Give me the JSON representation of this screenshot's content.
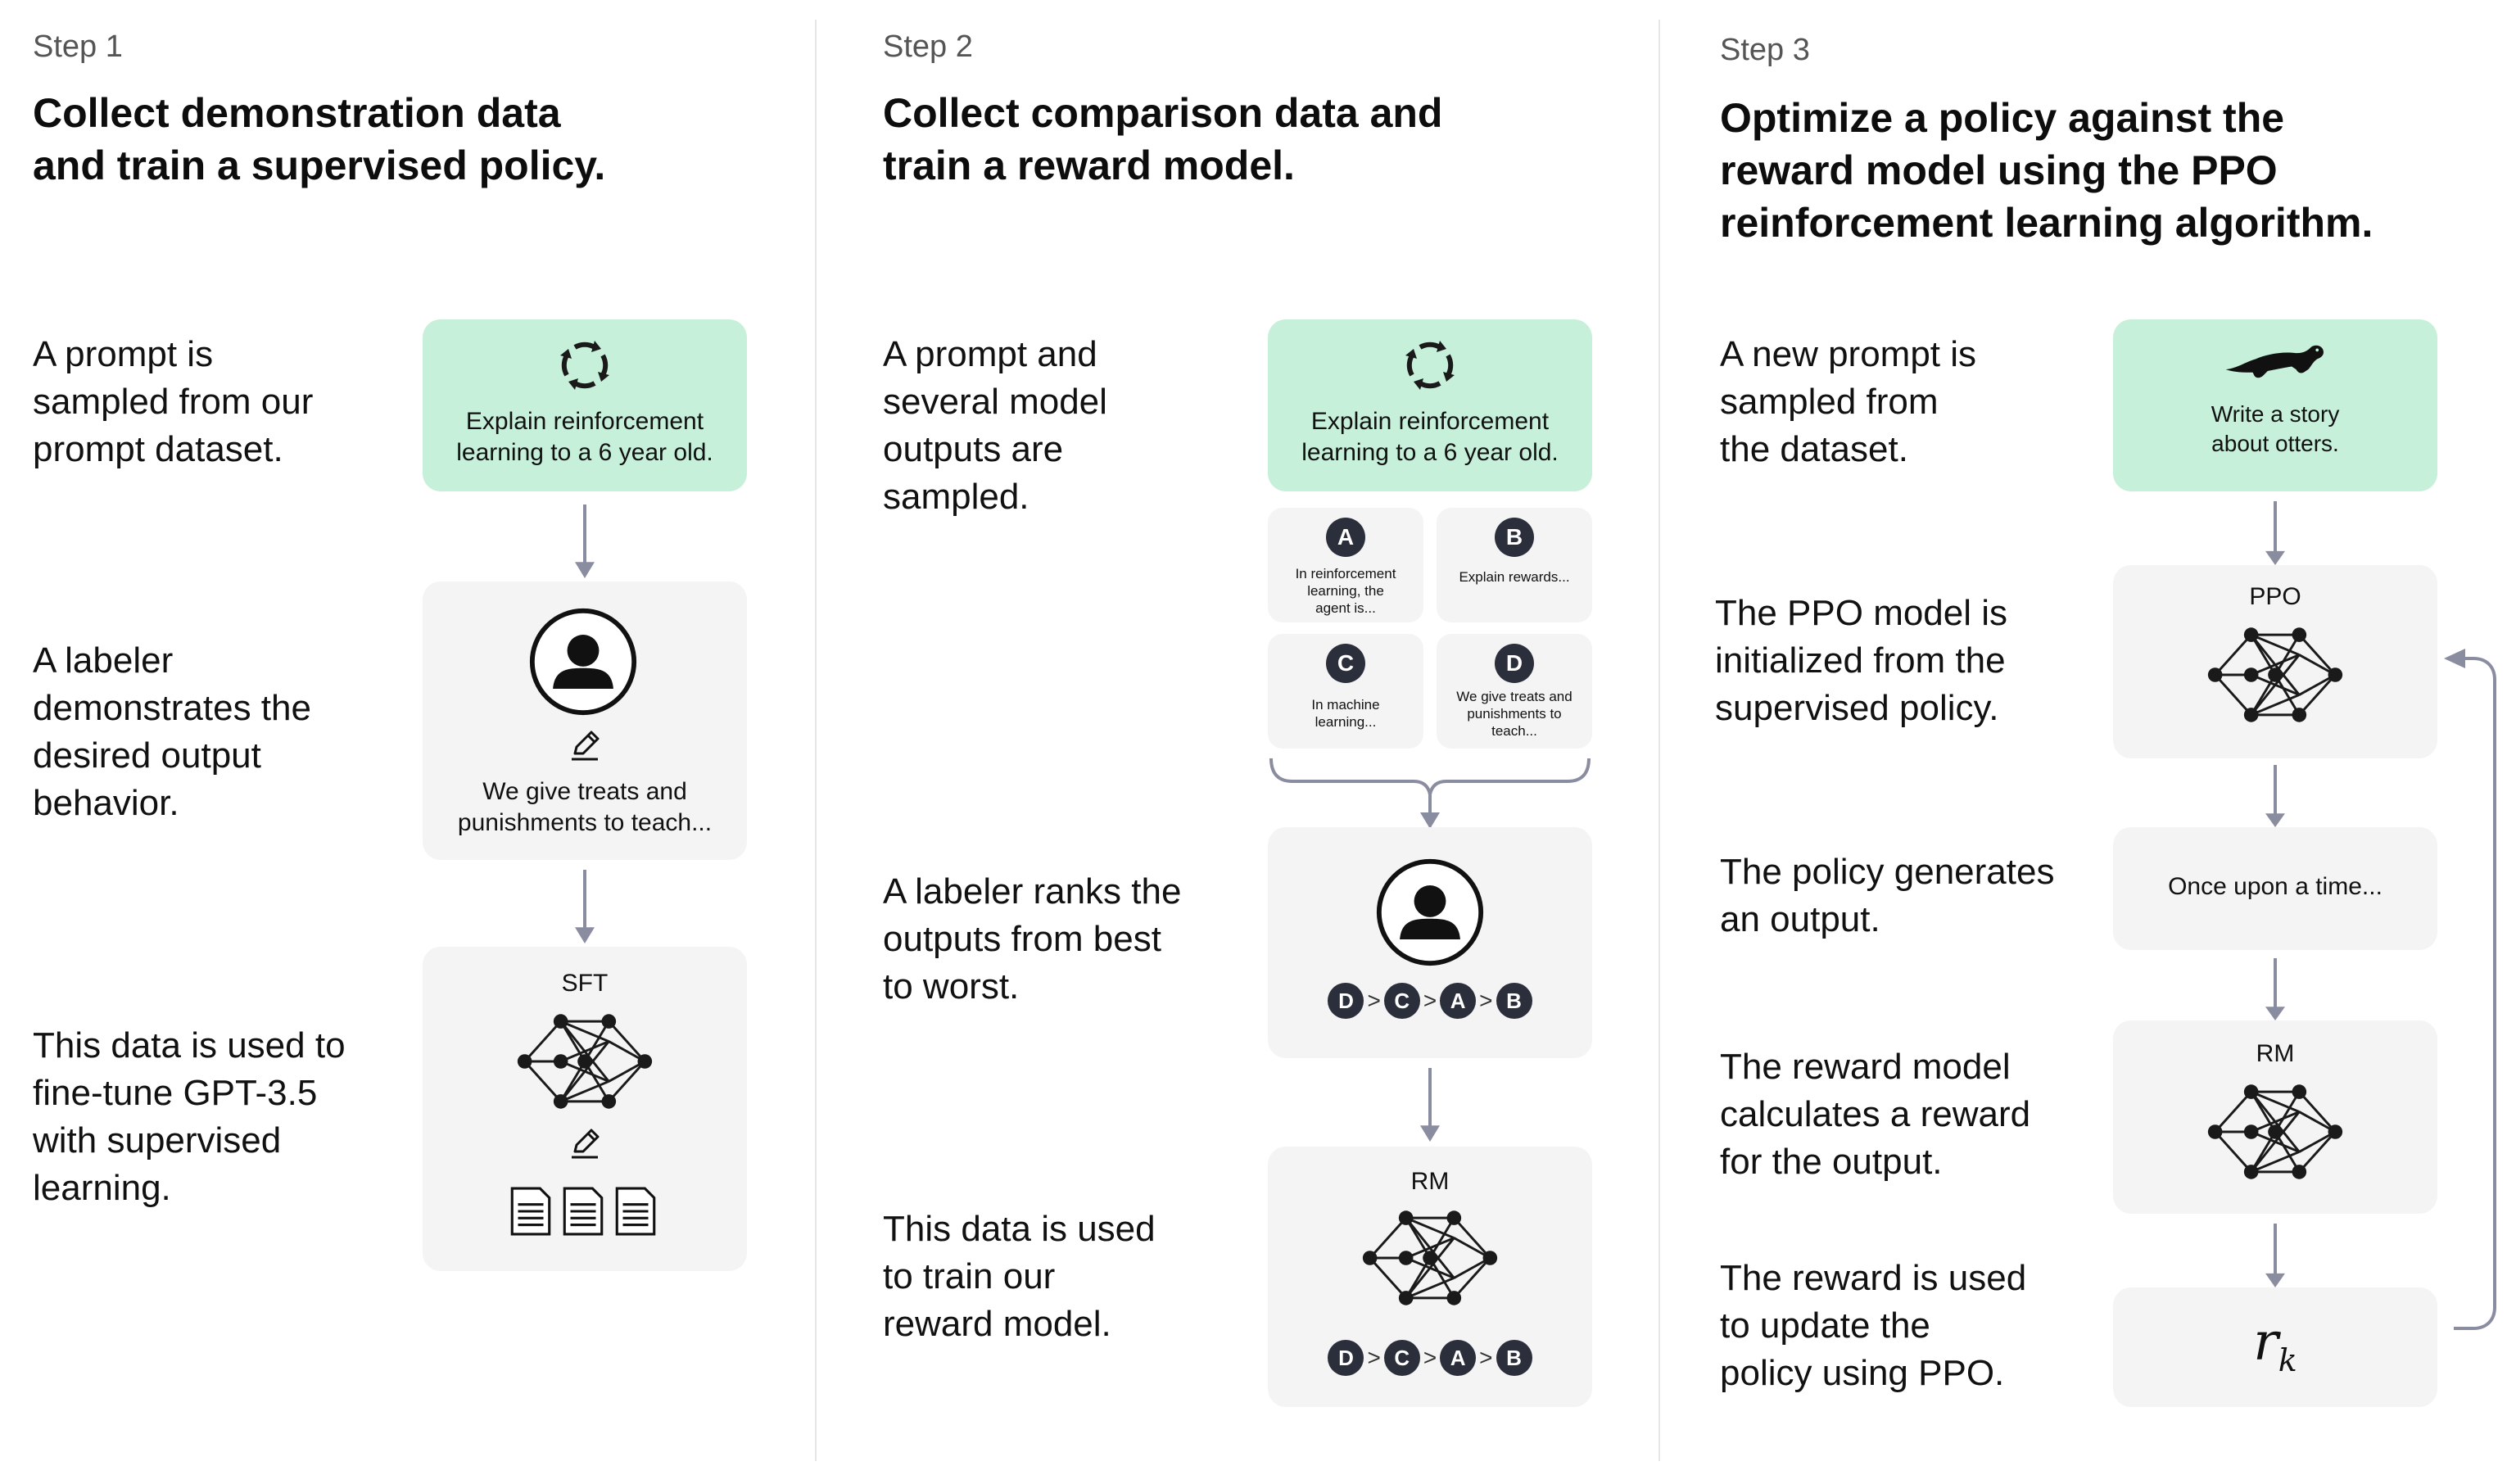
{
  "step1": {
    "label": "Step 1",
    "title": "Collect demonstration data\nand train a supervised policy.",
    "desc1": "A prompt is\nsampled from our\nprompt dataset.",
    "desc2": "A labeler\ndemonstrates the\ndesired output\nbehavior.",
    "desc3": "This data is used to\nfine-tune GPT-3.5\nwith supervised\nlearning.",
    "prompt_text": "Explain reinforcement\nlearning to a 6 year old.",
    "labeler_output": "We give treats and\npunishments to teach...",
    "model_label": "SFT"
  },
  "step2": {
    "label": "Step 2",
    "title": "Collect comparison data and\ntrain a reward model.",
    "desc1": "A prompt and\nseveral model\noutputs are\nsampled.",
    "desc2": "A labeler ranks the\noutputs from best\nto worst.",
    "desc3": "This data is used\nto train our\nreward model.",
    "prompt_text": "Explain reinforcement\nlearning to a 6 year old.",
    "outputs": [
      {
        "letter": "A",
        "text": "In reinforcement\nlearning, the\nagent is..."
      },
      {
        "letter": "B",
        "text": "Explain rewards..."
      },
      {
        "letter": "C",
        "text": "In machine\nlearning..."
      },
      {
        "letter": "D",
        "text": "We give treats and\npunishments to\nteach..."
      }
    ],
    "ranking": [
      "D",
      "C",
      "A",
      "B"
    ],
    "ranking_sep": ">",
    "model_label": "RM"
  },
  "step3": {
    "label": "Step 3",
    "title": "Optimize a policy against the\nreward model using the PPO\nreinforcement learning algorithm.",
    "desc1": "A new prompt is\nsampled from\nthe dataset.",
    "desc2": "The PPO model is\ninitialized from the\nsupervised policy.",
    "desc3": "The policy generates\nan output.",
    "desc4": "The reward model\ncalculates a reward\nfor the output.",
    "desc5": "The reward is used\nto update the\npolicy using PPO.",
    "prompt_text": "Write a story\nabout otters.",
    "ppo_label": "PPO",
    "output_text": "Once upon a time...",
    "rm_label": "RM",
    "reward_symbol": "r",
    "reward_subscript": "k"
  },
  "colors": {
    "prompt_box": "#c6f0da",
    "neutral_box": "#f4f4f4",
    "arrow": "#8a8ca0",
    "dark": "#2b2e3b"
  },
  "icons": [
    "refresh-icon",
    "person-icon",
    "pencil-icon",
    "neural-network-icon",
    "document-icon",
    "otter-icon",
    "loop-arrow"
  ]
}
